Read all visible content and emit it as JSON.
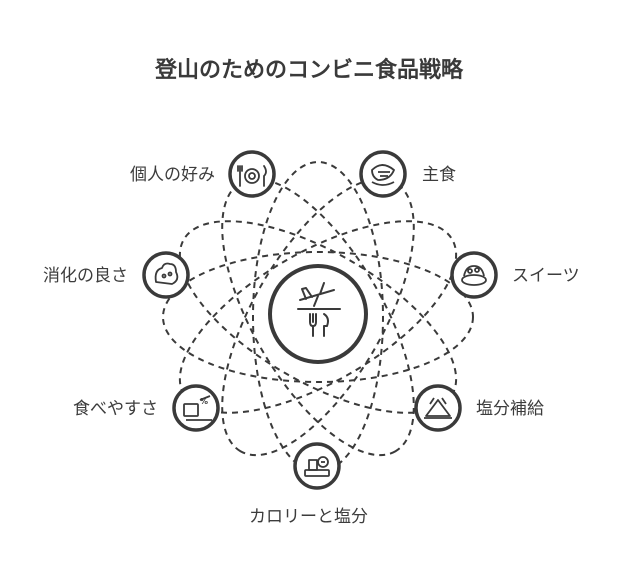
{
  "title": "登山のためのコンビニ食品戦略",
  "colors": {
    "stroke": "#3a3a3a",
    "fill": "#ffffff",
    "text": "#3c3c3c"
  },
  "center": {
    "icon": "airplane-and-fork-knife-icon"
  },
  "nodes": [
    {
      "id": "personal-preference",
      "label": "個人の好み",
      "icon": "plate-fork-knife-icon"
    },
    {
      "id": "main-food",
      "label": "主食",
      "icon": "rice-ball-icon"
    },
    {
      "id": "sweets",
      "label": "スイーツ",
      "icon": "cake-icon"
    },
    {
      "id": "salt-supply",
      "label": "塩分補給",
      "icon": "salt-pile-icon"
    },
    {
      "id": "calorie-salt",
      "label": "カロリーと塩分",
      "icon": "scale-icon"
    },
    {
      "id": "ease-of-eating",
      "label": "食べやすさ",
      "icon": "percent-box-icon"
    },
    {
      "id": "digestibility",
      "label": "消化の良さ",
      "icon": "stomach-icon"
    }
  ]
}
